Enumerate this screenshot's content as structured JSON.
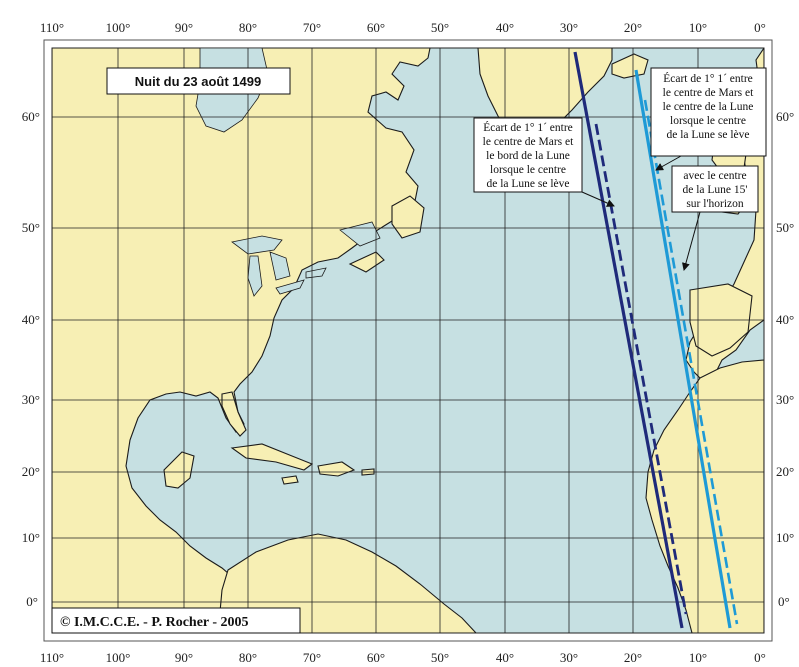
{
  "map": {
    "title": "Nuit du 23 août 1499",
    "credit": "© I.M.C.C.E. - P. Rocher - 2005",
    "colors": {
      "ocean": "#c6e0e2",
      "land": "#f7efb4",
      "line_mars_limb": "#1f2a7a",
      "line_mars_center": "#1e9ad6"
    },
    "longitude_labels": [
      "110°",
      "100°",
      "90°",
      "80°",
      "70°",
      "60°",
      "50°",
      "40°",
      "30°",
      "20°",
      "10°",
      "0°"
    ],
    "latitude_labels": [
      "60°",
      "50°",
      "40°",
      "30°",
      "20°",
      "10°",
      "0°"
    ],
    "annotations": {
      "limb": [
        "Écart de 1° 1´ entre",
        "le centre de Mars et",
        "le bord de la Lune",
        "lorsque le centre",
        "de la Lune se lève"
      ],
      "center": [
        "Écart de 1° 1´ entre",
        "le centre de Mars et",
        "le centre de la Lune",
        "lorsque le centre",
        "de la Lune se lève"
      ],
      "horizon": [
        "avec le centre",
        "de la Lune 15'",
        "sur l'horizon"
      ]
    }
  }
}
